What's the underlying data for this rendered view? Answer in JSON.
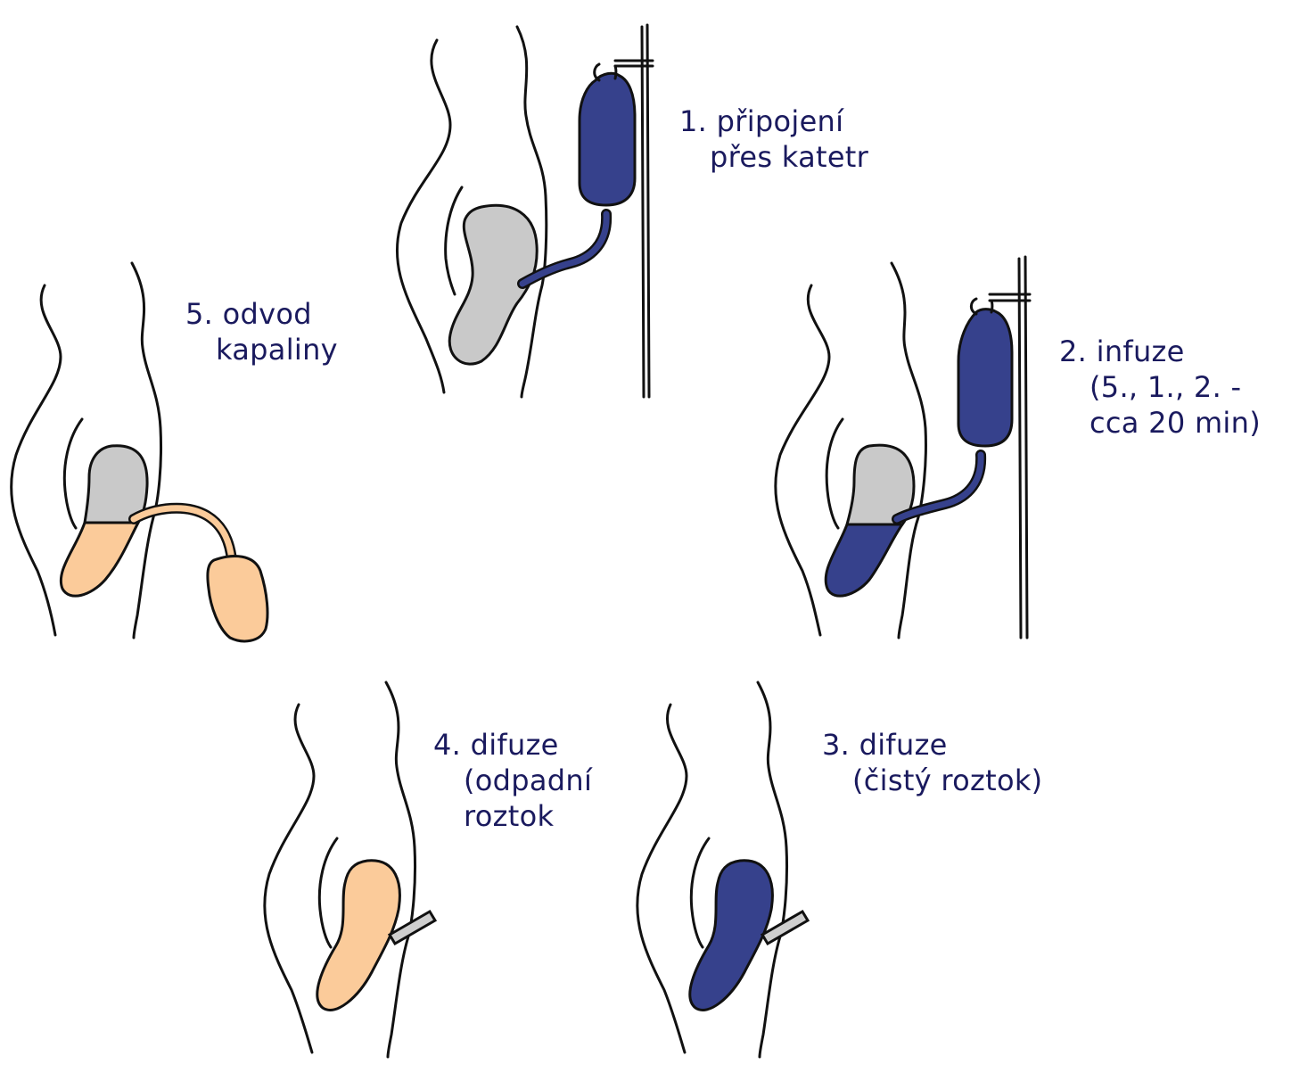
{
  "colors": {
    "label_text": "#1a1a5e",
    "dialysate_clean": "#36418c",
    "dialysate_waste": "#fbcb9a",
    "cavity_empty": "#c9c9c9",
    "outline": "#111111"
  },
  "steps": [
    {
      "number": "1.",
      "lines": [
        "připojení",
        "přes katetr"
      ]
    },
    {
      "number": "2.",
      "lines": [
        "infuze",
        "(5., 1., 2. -",
        "cca 20 min)"
      ]
    },
    {
      "number": "3.",
      "lines": [
        "difuze",
        "(čistý roztok)"
      ]
    },
    {
      "number": "4.",
      "lines": [
        "difuze",
        "(odpadní",
        "roztok"
      ]
    },
    {
      "number": "5.",
      "lines": [
        "odvod",
        "kapaliny"
      ]
    }
  ]
}
